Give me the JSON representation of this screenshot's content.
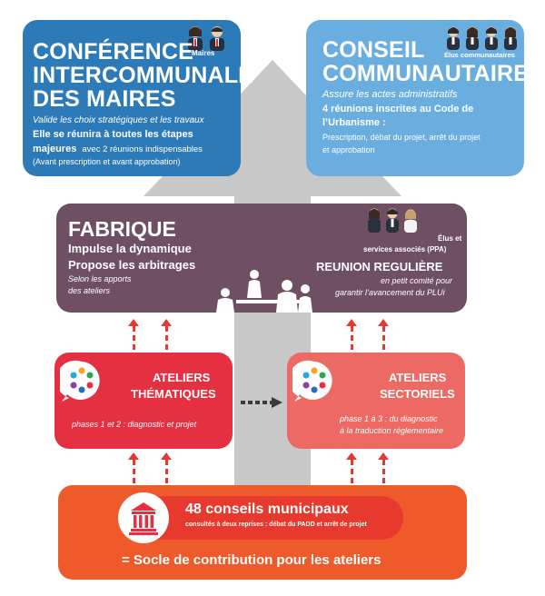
{
  "colors": {
    "blue_dark": "#2d7ab8",
    "blue_light": "#6aaee0",
    "purple": "#6f5063",
    "red": "#e53042",
    "coral": "#ec6a63",
    "orange": "#ef5a2a",
    "arrow_grey": "#c8c8c8",
    "dashed_red": "#e53935"
  },
  "conference": {
    "badge": "Maires",
    "title_line1": "CONFÉRENCE",
    "title_line2": "INTERCOMMUNALE",
    "title_line3": "DES MAIRES",
    "subtitle": "Valide les choix stratégiques et les travaux",
    "body1": "Elle se réunira à toutes les étapes",
    "body2_bold": "majeures",
    "body2_rest": "avec 2 réunions indispensables",
    "body3": "(Avant prescription et avant approbation)"
  },
  "conseil": {
    "badge": "Élus communautaires",
    "title_line1": "CONSEIL",
    "title_line2": "COMMUNAUTAIRE",
    "subtitle": "Assure les actes administratifs",
    "body_line1": "4 réunions inscrites au Code de",
    "body_line2": "l’Urbanisme :",
    "detail_line1": "Prescription, débat du projet, arrêt du projet",
    "detail_line2": "et approbation"
  },
  "fabrique": {
    "title": "FABRIQUE",
    "line1": "Impulse la dynamique",
    "line2": "Propose les arbitrages",
    "note1": "Selon les apports",
    "note2": "des ateliers",
    "badge_line1": "Élus et",
    "badge_line2": "services associés (PPA)",
    "reunion_title": "REUNION REGULIÈRE",
    "reunion_line1": "en petit comité pour",
    "reunion_line2": "garantir l’avancement du PLUi"
  },
  "ateliers_thematiques": {
    "title_line1": "ATELIERS",
    "title_line2": "THÉMATIQUES",
    "desc": "phases 1 et 2 : diagnostic et projet"
  },
  "ateliers_sectoriels": {
    "title_line1": "ATELIERS",
    "title_line2": "SECTORIELS",
    "desc_line1": "phase 1 à 3 : du diagnostic",
    "desc_line2": "à la traduction réglementaire"
  },
  "conseils": {
    "title": "48 conseils municipaux",
    "subtitle": "consultés à deux reprises : débat du PADD et arrêt de projet",
    "footer": "= Socle de contribution pour les ateliers"
  },
  "icons": {
    "people": "people-icon",
    "group": "participation-icon",
    "building": "town-hall-icon",
    "meeting": "meeting-icon",
    "arrow": "dashed-arrow-icon"
  }
}
